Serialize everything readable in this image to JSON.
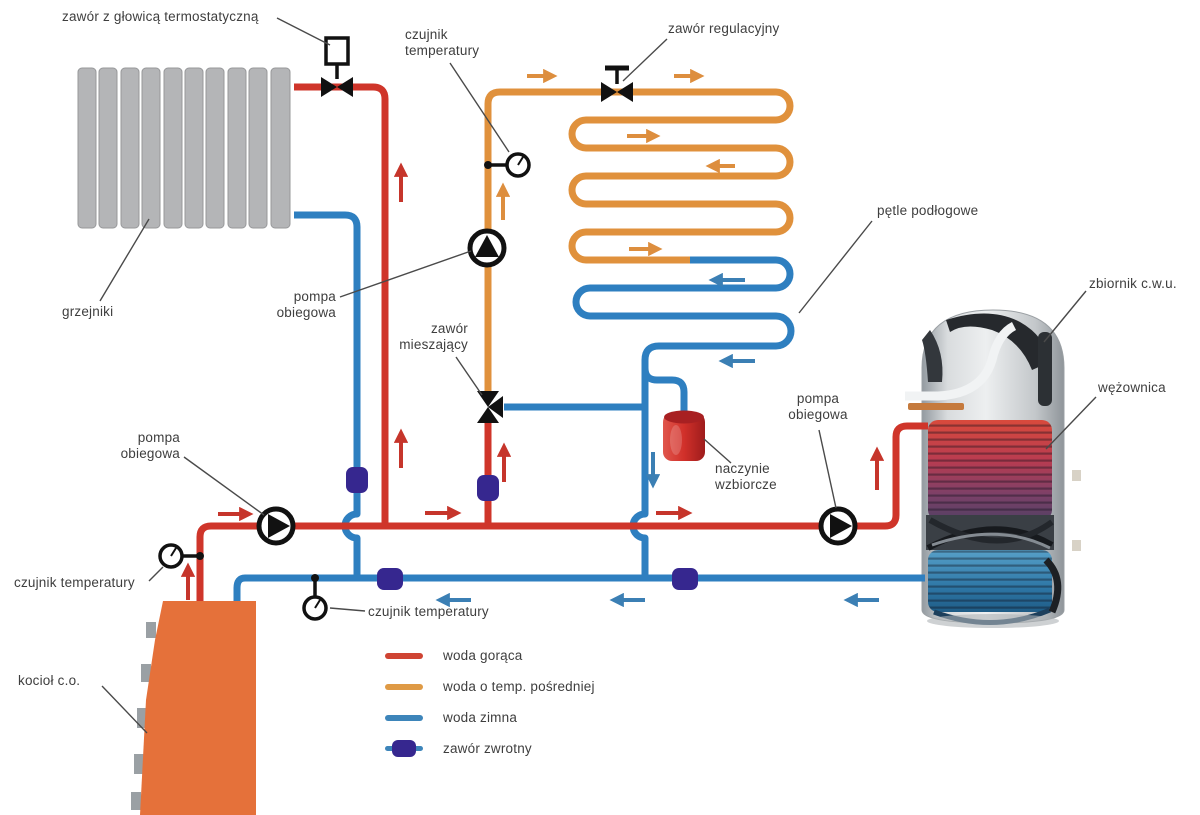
{
  "labels": {
    "zawor_termostatyczny": "zawór z głowicą termostatyczną",
    "czujnik_temperatury_top": "czujnik\ntemperatury",
    "zawor_regulacyjny": "zawór regulacyjny",
    "petle_podlogowe": "pętle podłogowe",
    "zbiornik_cwu": "zbiornik c.w.u.",
    "wezownica": "wężownica",
    "grzejniki": "grzejniki",
    "pompa_obiegowa_mid": "pompa\nobiegowa",
    "zawor_mieszajacy": "zawór\nmieszający",
    "pompa_obiegowa_right": "pompa\nobiegowa",
    "naczynie_wzbiorcze": "naczynie\nwzbiorcze",
    "pompa_obiegowa_left": "pompa\nobiegowa",
    "czujnik_temperatury_left": "czujnik temperatury",
    "czujnik_temperatury_bottom": "czujnik temperatury",
    "kociol_co": "kocioł c.o."
  },
  "legend": {
    "items": [
      {
        "label": "woda gorąca",
        "color": "#cf4433"
      },
      {
        "label": "woda o temp. pośredniej",
        "color": "#df9a45"
      },
      {
        "label": "woda zimna",
        "color": "#3d85ba"
      },
      {
        "label": "zawór zwrotny",
        "color": "#36278f",
        "line_color": "#3d85ba"
      }
    ]
  },
  "colors": {
    "hot": "#cf352a",
    "medium": "#e0913c",
    "cold": "#2e7fc0",
    "check_valve": "#36278f",
    "arrow_hot": "#c6352b",
    "arrow_medium": "#dd8e3e",
    "arrow_cold": "#3b7fb4"
  }
}
